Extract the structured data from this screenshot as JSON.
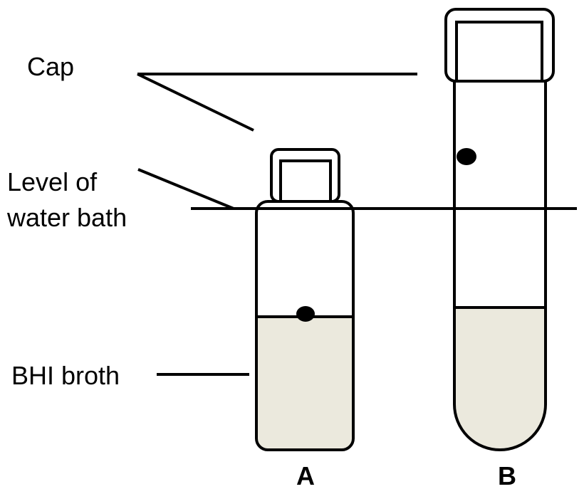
{
  "labels": {
    "cap": "Cap",
    "level_line1": "Level of",
    "level_line2": "water bath",
    "broth": "BHI broth",
    "tube_a": "A",
    "tube_b": "B"
  },
  "colors": {
    "broth_fill": "#ebe9dd",
    "stroke": "#000000",
    "background": "#ffffff"
  }
}
